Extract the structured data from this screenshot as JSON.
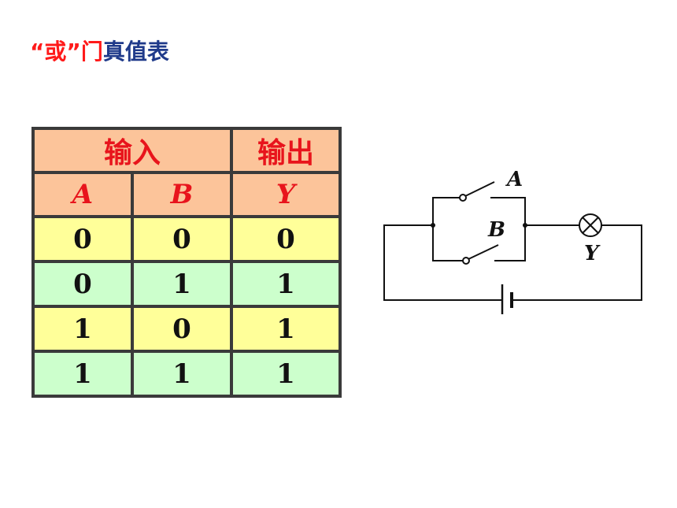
{
  "title": {
    "part1": "“或”",
    "part2": "门",
    "part3": "真值表"
  },
  "table": {
    "header_inputs": "输入",
    "header_output": "输出",
    "columns": [
      "A",
      "B",
      "Y"
    ],
    "rows": [
      [
        "0",
        "0",
        "0"
      ],
      [
        "0",
        "1",
        "1"
      ],
      [
        "1",
        "0",
        "1"
      ],
      [
        "1",
        "1",
        "1"
      ]
    ],
    "colors": {
      "header": "#fcc49a",
      "header_text": "#e8141c",
      "row_yellow": "#ffff99",
      "row_green": "#ccffcc"
    }
  },
  "circuit": {
    "switch_a_label": "A",
    "switch_b_label": "B",
    "lamp_label": "Y"
  }
}
